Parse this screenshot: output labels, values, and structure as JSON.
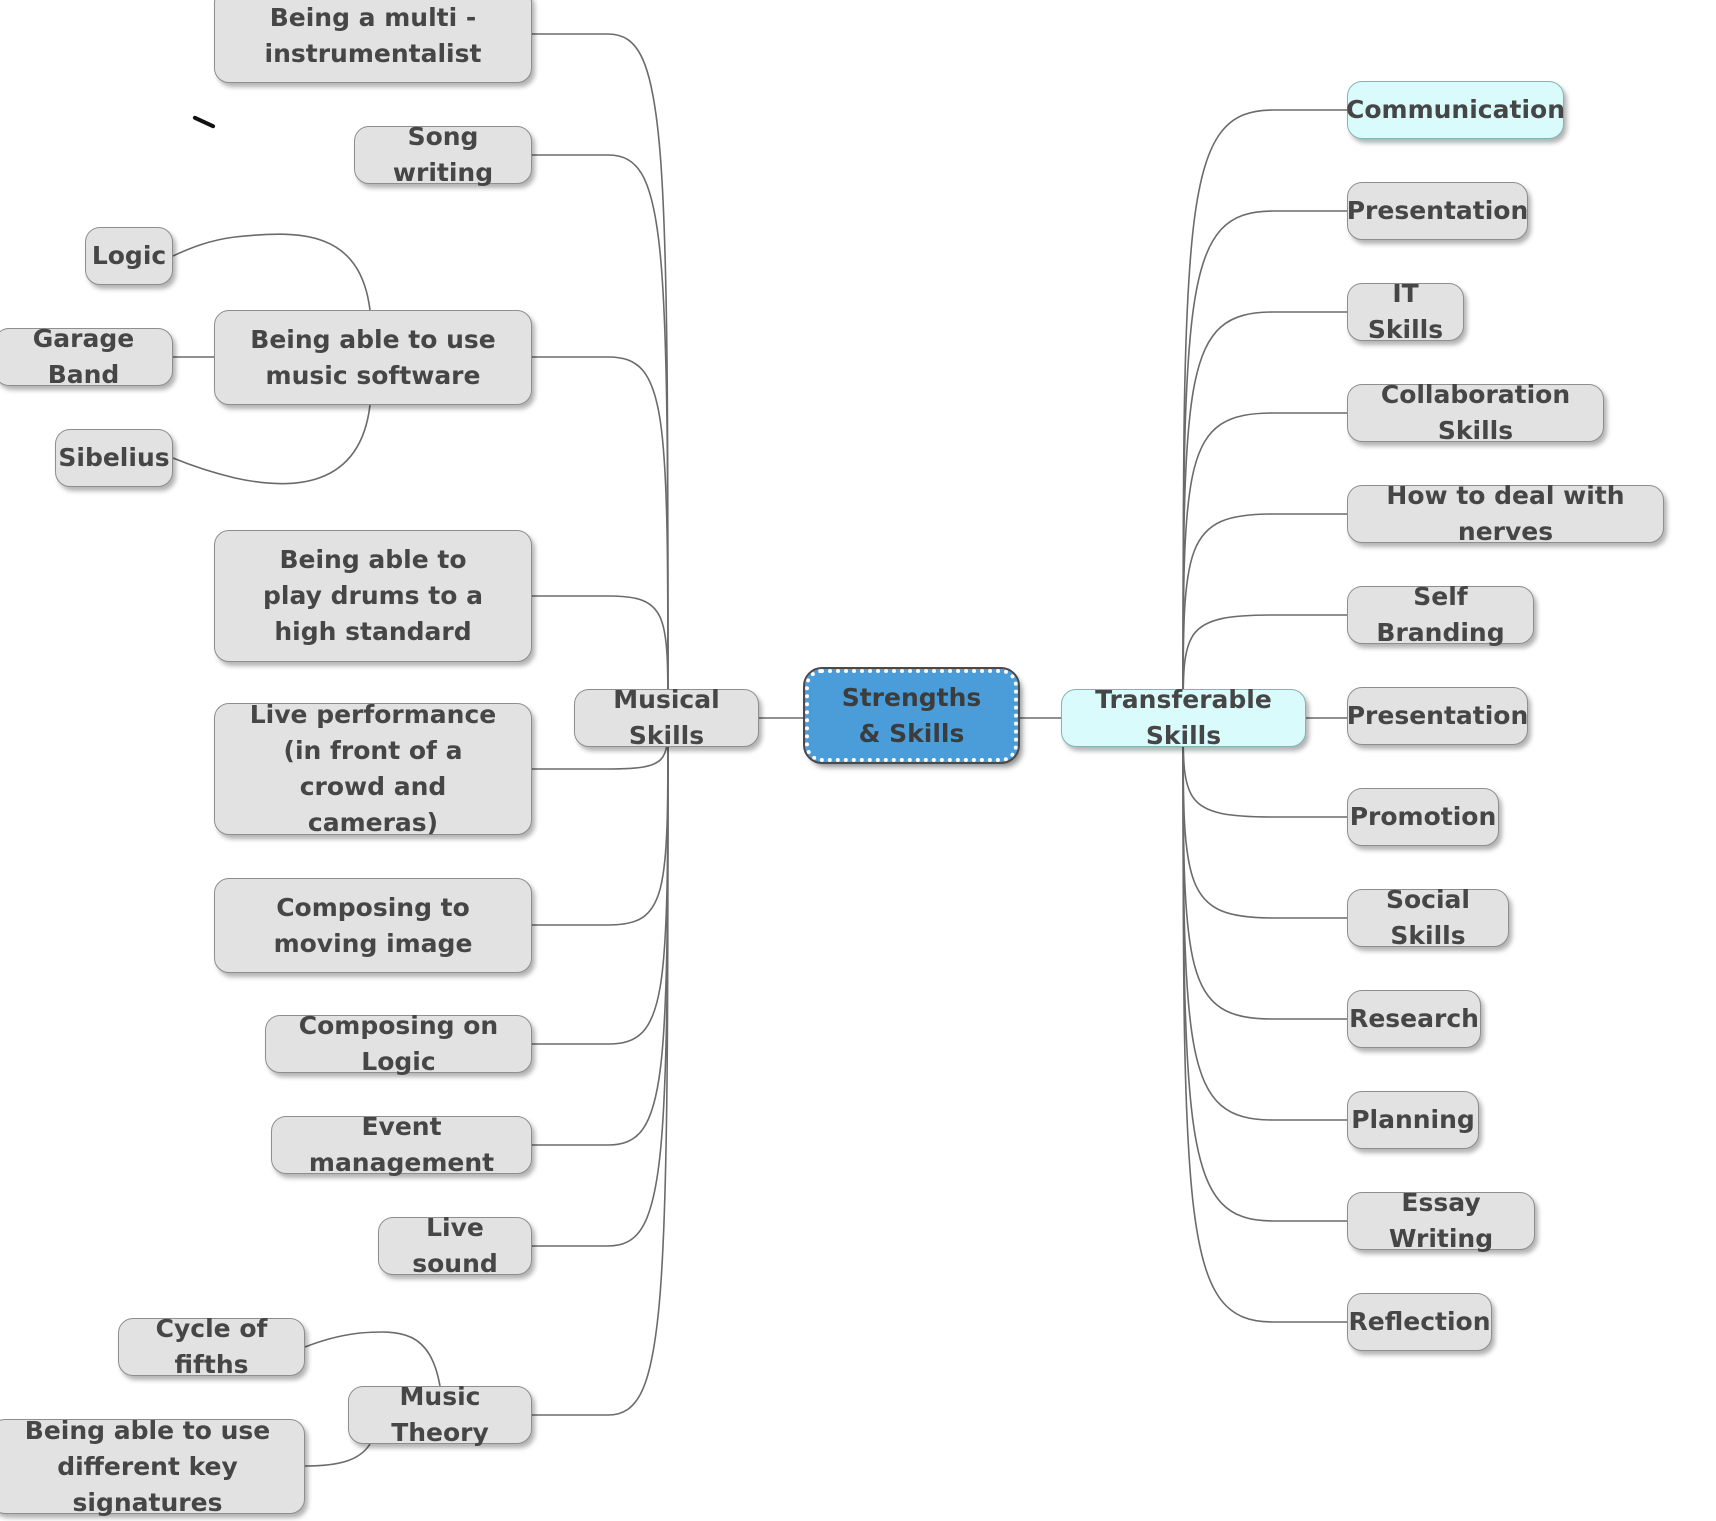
{
  "colors": {
    "node_fill": "#e2e2e2",
    "node_border": "#8e8e8e",
    "highlight_fill": "#d9fbfc",
    "center_fill": "#4a9dd9",
    "edge": "#6b6b6b",
    "text": "#464646"
  },
  "center": {
    "label": "Strengths & Skills"
  },
  "musical": {
    "label": "Musical Skills",
    "children": {
      "multi_instrumentalist": "Being a multi - instrumentalist",
      "song_writing": "Song writing",
      "music_software": {
        "label": "Being able to use music software",
        "logic": "Logic",
        "garage_band": "Garage Band",
        "sibelius": "Sibelius"
      },
      "drums": "Being able to play drums to a high standard",
      "live_performance": "Live performance (in front of a crowd and cameras)",
      "composing_image": "Composing to moving image",
      "composing_logic": "Composing on Logic",
      "event_management": "Event management",
      "live_sound": "Live sound",
      "music_theory": {
        "label": "Music Theory",
        "cycle_of_fifths": "Cycle of fifths",
        "key_signatures": "Being able to use different key signatures"
      }
    }
  },
  "transferable": {
    "label": "Transferable Skills",
    "children": [
      "Communication",
      "Presentation",
      "IT Skills",
      "Collaboration Skills",
      "How to deal with nerves",
      "Self Branding",
      "Presentation",
      "Promotion",
      "Social Skills",
      "Research",
      "Planning",
      "Essay Writing",
      "Reflection"
    ]
  }
}
